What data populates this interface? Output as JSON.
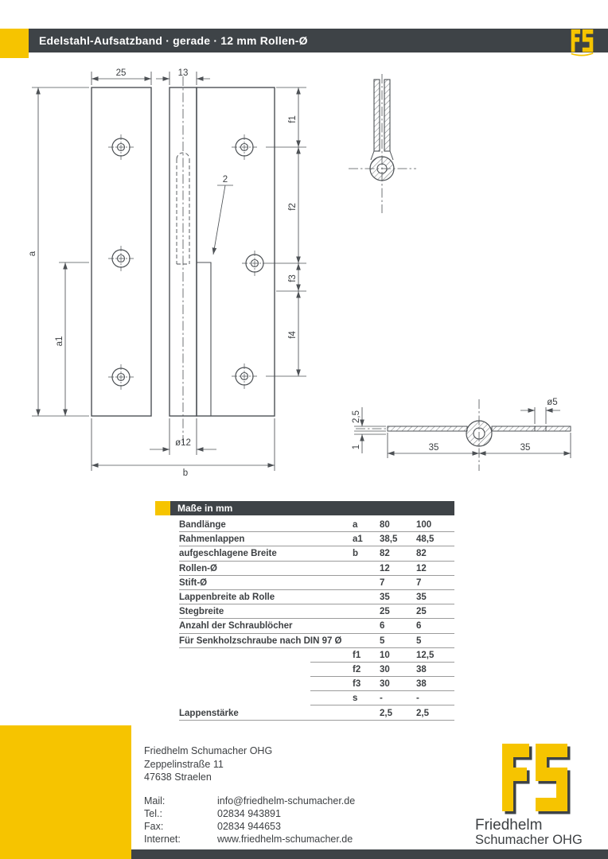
{
  "colors": {
    "accent_yellow": "#f6c400",
    "dark_gray": "#3e4347",
    "line_gray": "#4d5155"
  },
  "header": {
    "title": "Edelstahl-Aufsatzband · gerade · 12 mm Rollen-Ø",
    "logo_text": "FS"
  },
  "drawing": {
    "front_view": {
      "w25": "25",
      "w13": "13",
      "g2": "2",
      "a": "a",
      "a1": "a1",
      "f1": "f1",
      "f2": "f2",
      "f3": "f3",
      "f4": "f4",
      "d12": "ø12",
      "b": "b"
    },
    "section_view": {
      "t25": "2,5",
      "t1": "1",
      "w35l": "35",
      "w35r": "35",
      "d5": "ø5"
    }
  },
  "table": {
    "title": "Maße in mm",
    "rows": [
      {
        "label": "Bandlänge",
        "param": "a",
        "v1": "80",
        "v2": "100"
      },
      {
        "label": "Rahmenlappen",
        "param": "a1",
        "v1": "38,5",
        "v2": "48,5"
      },
      {
        "label": "aufgeschlagene Breite",
        "param": "b",
        "v1": "82",
        "v2": "82"
      },
      {
        "label": "Rollen-Ø",
        "param": "",
        "v1": "12",
        "v2": "12"
      },
      {
        "label": "Stift-Ø",
        "param": "",
        "v1": "7",
        "v2": "7"
      },
      {
        "label": "Lappenbreite ab Rolle",
        "param": "",
        "v1": "35",
        "v2": "35"
      },
      {
        "label": "Stegbreite",
        "param": "",
        "v1": "25",
        "v2": "25"
      },
      {
        "label": "Anzahl der Schraublöcher",
        "param": "",
        "v1": "6",
        "v2": "6"
      },
      {
        "label": "Für Senkholzschraube nach DIN 97  Ø",
        "param": "",
        "v1": "5",
        "v2": "5"
      },
      {
        "label": "",
        "param": "f1",
        "v1": "10",
        "v2": "12,5"
      },
      {
        "label": "",
        "param": "f2",
        "v1": "30",
        "v2": "38"
      },
      {
        "label": "",
        "param": "f3",
        "v1": "30",
        "v2": "38"
      },
      {
        "label": "",
        "param": "s",
        "v1": "-",
        "v2": "-"
      },
      {
        "label": "Lappenstärke",
        "param": "",
        "v1": "2,5",
        "v2": "2,5"
      }
    ]
  },
  "footer": {
    "company": "Friedhelm Schumacher OHG",
    "address_line1": "Zeppelinstraße 11",
    "address_line2": "47638 Straelen",
    "contacts": [
      {
        "label": "Mail:",
        "value": "info@friedhelm-schumacher.de"
      },
      {
        "label": "Tel.:",
        "value": "02834 943891"
      },
      {
        "label": "Fax:",
        "value": "02834 944653"
      },
      {
        "label": "Internet:",
        "value": "www.friedhelm-schumacher.de"
      }
    ],
    "logo_text": "FS",
    "logo_name_line1": "Friedhelm",
    "logo_name_line2": "Schumacher OHG"
  }
}
